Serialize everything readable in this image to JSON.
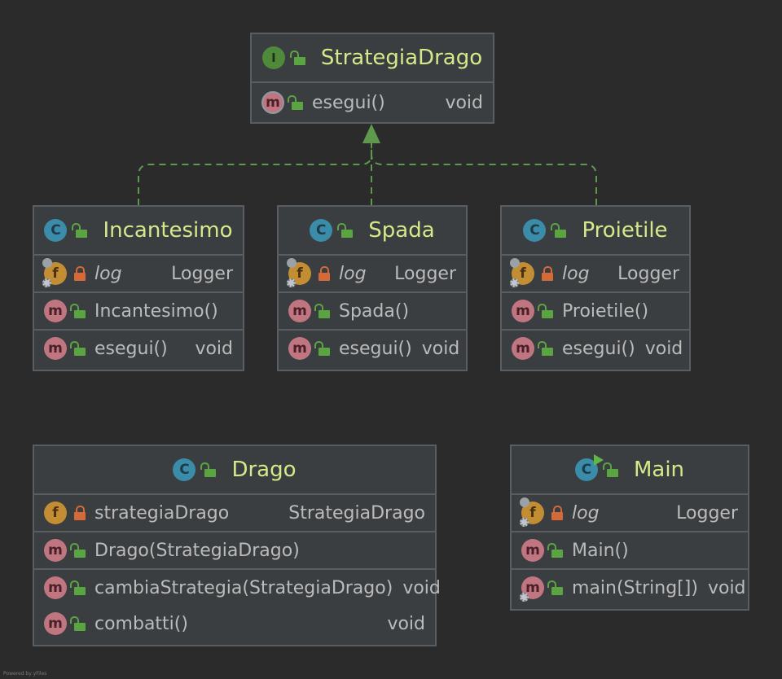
{
  "interface": {
    "title": "StrategiaDrago",
    "methods": [
      {
        "name": "esegui()",
        "type": "void"
      }
    ]
  },
  "incantesimo": {
    "title": "Incantesimo",
    "field": {
      "name": "log",
      "type": "Logger"
    },
    "ctor": "Incantesimo()",
    "method": {
      "name": "esegui()",
      "type": "void"
    }
  },
  "spada": {
    "title": "Spada",
    "field": {
      "name": "log",
      "type": "Logger"
    },
    "ctor": "Spada()",
    "method": {
      "name": "esegui()",
      "type": "void"
    }
  },
  "proietile": {
    "title": "Proietile",
    "field": {
      "name": "log",
      "type": "Logger"
    },
    "ctor": "Proietile()",
    "method": {
      "name": "esegui()",
      "type": "void"
    }
  },
  "drago": {
    "title": "Drago",
    "field": {
      "name": "strategiaDrago",
      "type": "StrategiaDrago"
    },
    "ctor": "Drago(StrategiaDrago)",
    "methods": [
      {
        "name": "cambiaStrategia(StrategiaDrago)",
        "type": "void"
      },
      {
        "name": "combatti()",
        "type": "void"
      }
    ]
  },
  "main": {
    "title": "Main",
    "field": {
      "name": "log",
      "type": "Logger"
    },
    "ctor": "Main()",
    "method": {
      "name": "main(String[])",
      "type": "void"
    }
  },
  "icons": {
    "class": "C",
    "interface": "I",
    "method": "m",
    "field": "f"
  },
  "colors": {
    "background": "#2b2b2b",
    "node_fill": "#3b3e40",
    "node_border": "#5a5e62",
    "title": "#d6e98a",
    "text": "#bbbbbb",
    "edge": "#5f9a4c"
  },
  "footer": "Powered by yFiles"
}
